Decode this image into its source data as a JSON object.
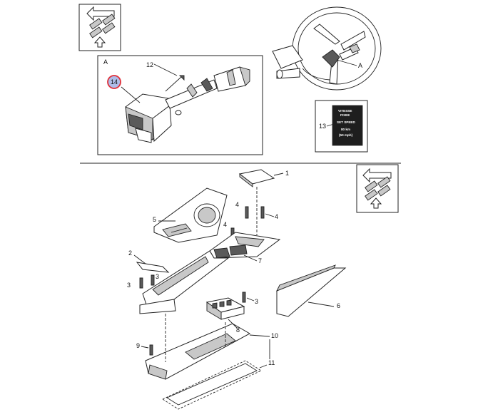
{
  "view_label": "A",
  "detail_label": "A",
  "highlighted_callout": "14",
  "callouts": {
    "c1": "1",
    "c2": "2",
    "c3a": "3",
    "c3b": "3",
    "c3c": "3",
    "c4a": "4",
    "c4b": "4",
    "c4c": "4",
    "c5": "5",
    "c6": "6",
    "c7": "7",
    "c8": "8",
    "c9": "9",
    "c10": "10",
    "c11": "11",
    "c12": "12",
    "c13": "13"
  },
  "decal": {
    "line1": "VITESSE",
    "line2": "FIXEE",
    "line3": "SET SPEED",
    "line4": "80 km",
    "line5": "(50 mph)"
  },
  "colors": {
    "highlight_ring": "#e0303a",
    "highlight_fill": "#aebde8",
    "decal_bg": "#1e1e1e"
  },
  "icons": [
    "orientation-arrow-icon-top",
    "orientation-arrow-icon-right"
  ]
}
